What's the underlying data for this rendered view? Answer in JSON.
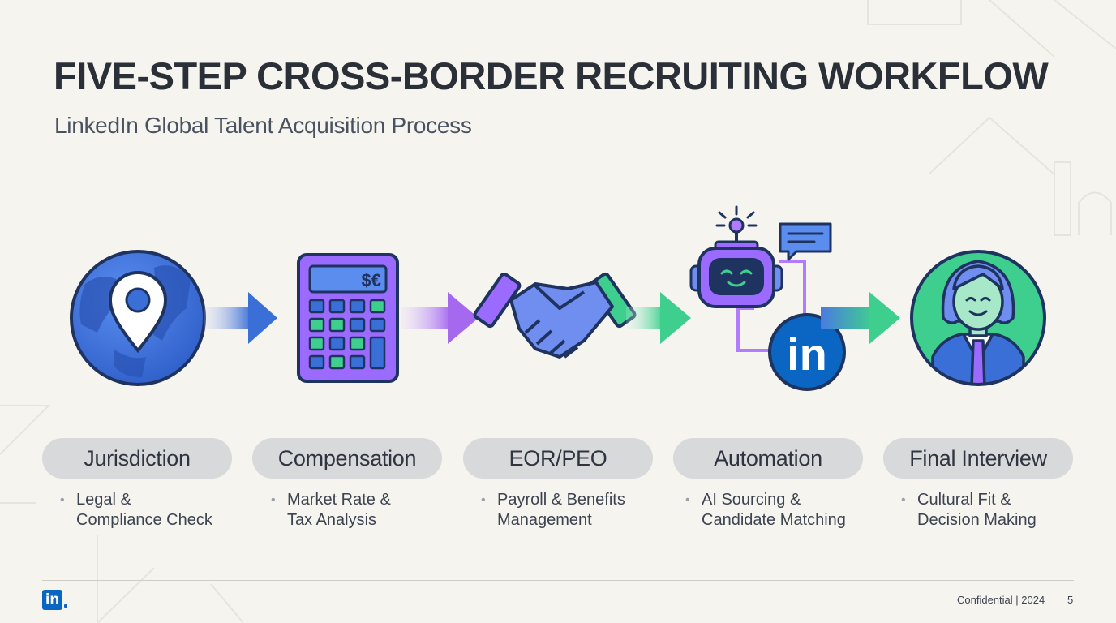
{
  "slide": {
    "title": "FIVE-STEP CROSS-BORDER RECRUITING WORKFLOW",
    "subtitle": "LinkedIn Global Talent Acquisition Process"
  },
  "steps": [
    {
      "label": "Jurisdiction",
      "desc_line1": "Legal &",
      "desc_line2": "Compliance Check",
      "icon": "globe-location-pin-icon"
    },
    {
      "label": "Compensation",
      "desc_line1": "Market Rate &",
      "desc_line2": "Tax Analysis",
      "icon": "calculator-icon",
      "currency_symbols": "$€"
    },
    {
      "label": "EOR/PEO",
      "desc_line1": "Payroll & Benefits",
      "desc_line2": "Management",
      "icon": "handshake-icon"
    },
    {
      "label": "Automation",
      "desc_line1": "AI Sourcing &",
      "desc_line2": "Candidate Matching",
      "icon": "robot-linkedin-icon",
      "badge_text": "in"
    },
    {
      "label": "Final Interview",
      "desc_line1": "Cultural Fit &",
      "desc_line2": "Decision Making",
      "icon": "candidate-avatar-icon"
    }
  ],
  "footer": {
    "logo_text": "in",
    "confidential": "Confidential | 2024",
    "page_number": "5"
  },
  "colors": {
    "background": "#f6f4ef",
    "globe_blue": "#3b6fd8",
    "calculator_purple": "#9b6bff",
    "linkedin_blue": "#0a66c2",
    "accent_green": "#3ecf8e",
    "outline_navy": "#1f3360"
  }
}
